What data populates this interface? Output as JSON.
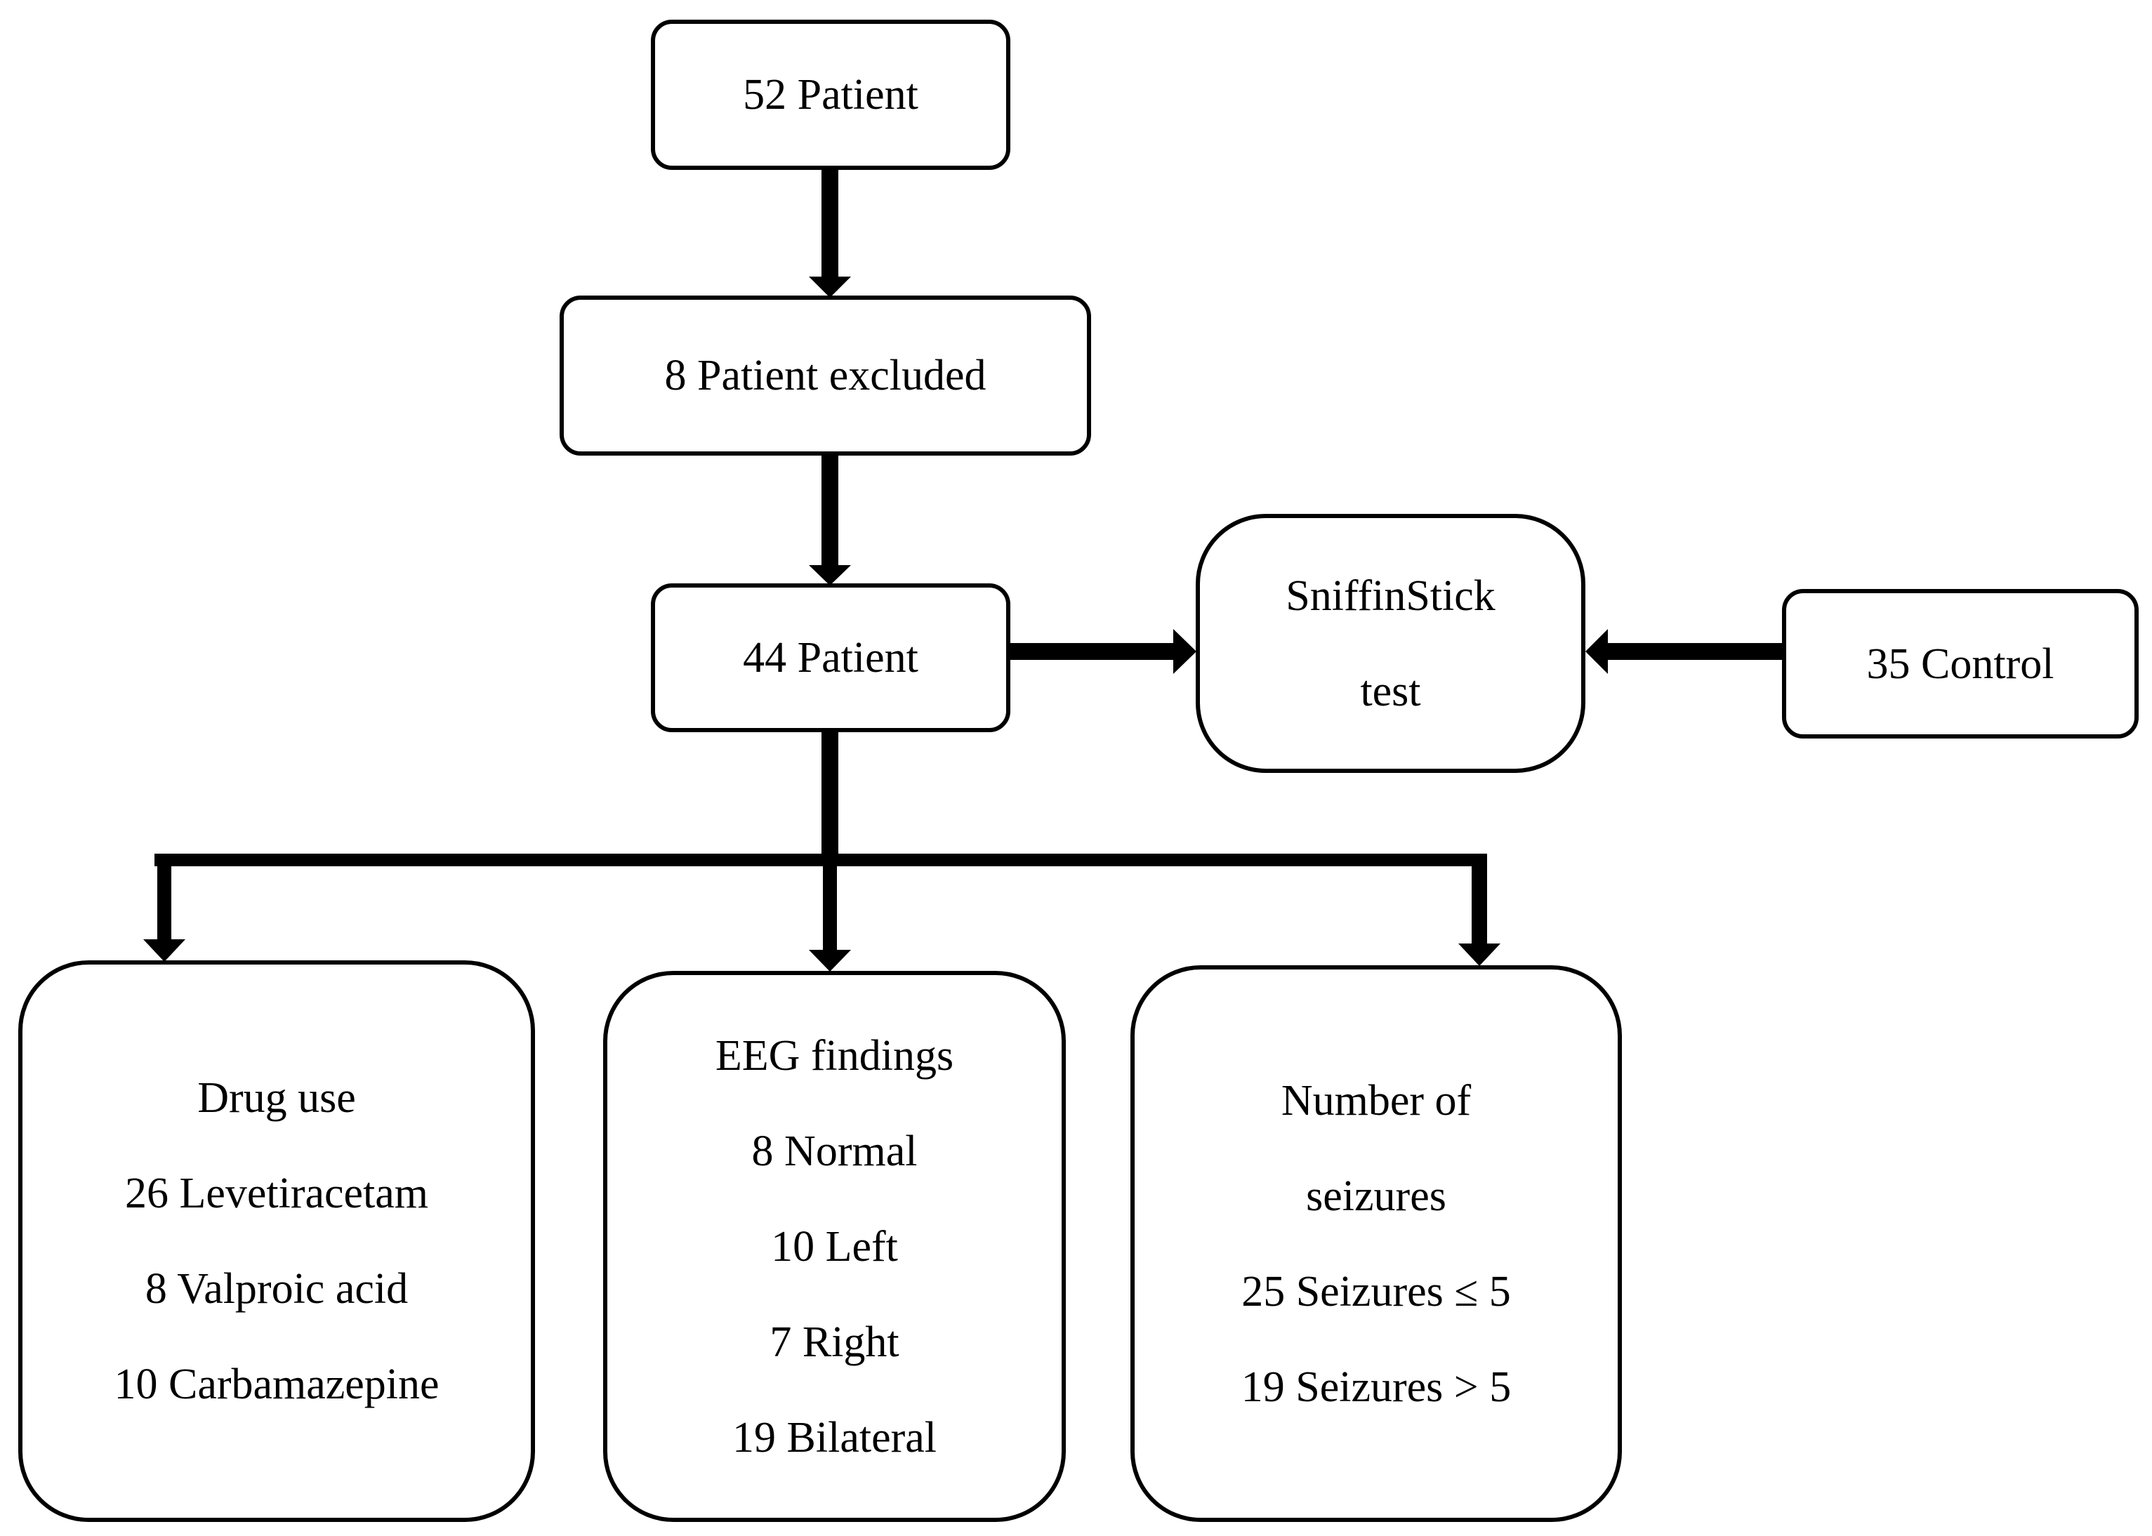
{
  "nodes": {
    "patients": "52 Patient",
    "excluded": "8 Patient excluded",
    "included": "44 Patient",
    "test": [
      "SniffinStick",
      "test"
    ],
    "control": "35 Control",
    "drug": [
      "Drug use",
      "26 Levetiracetam",
      "8 Valproic acid",
      "10 Carbamazepine"
    ],
    "eeg": [
      "EEG findings",
      "8 Normal",
      "10 Left",
      "7 Right",
      "19 Bilateral"
    ],
    "seizures": [
      "Number of",
      "seizures",
      "25 Seizures ≤ 5",
      "19 Seizures > 5"
    ]
  },
  "edges": [
    {
      "from": "patients",
      "to": "excluded"
    },
    {
      "from": "excluded",
      "to": "included"
    },
    {
      "from": "included",
      "to": "test"
    },
    {
      "from": "control",
      "to": "test"
    },
    {
      "from": "included",
      "to": "drug"
    },
    {
      "from": "included",
      "to": "eeg"
    },
    {
      "from": "included",
      "to": "seizures"
    }
  ]
}
